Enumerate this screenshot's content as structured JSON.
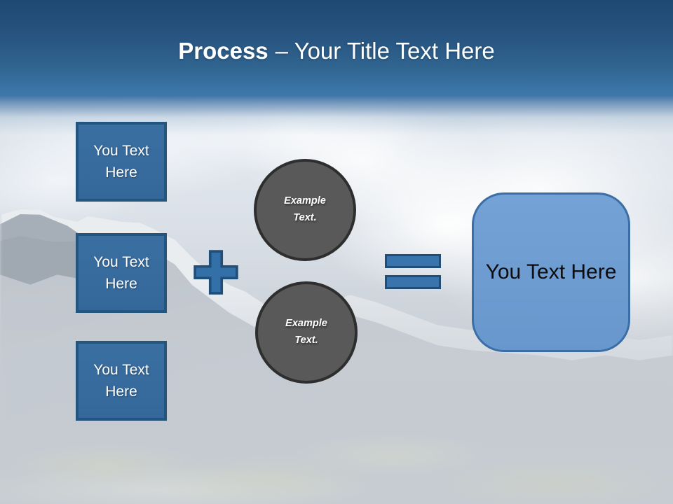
{
  "slide": {
    "title": {
      "bold": "Process",
      "rest": "– Your Title Text Here"
    },
    "input_boxes": [
      {
        "label": "You Text Here"
      },
      {
        "label": "You Text Here"
      },
      {
        "label": "You Text Here"
      }
    ],
    "example_circles": [
      {
        "label": "Example Text."
      },
      {
        "label": "Example Text."
      }
    ],
    "operators": {
      "plus": "plus-sign",
      "equals": "equals-sign"
    },
    "result_box": {
      "label": "You Text Here"
    },
    "colors": {
      "header_top": "#1d4a72",
      "header_bottom": "#3a73a7",
      "box_fill": "#35689a",
      "box_border": "#24557e",
      "circle_fill": "#595959",
      "circle_border": "#2e2e2e",
      "operator_fill": "#3a74ad",
      "operator_border": "#1f4e79",
      "result_fill": "#6d9cd1",
      "result_border": "#3a6ea5",
      "title_text": "#ffffff",
      "result_text": "#000000"
    }
  }
}
